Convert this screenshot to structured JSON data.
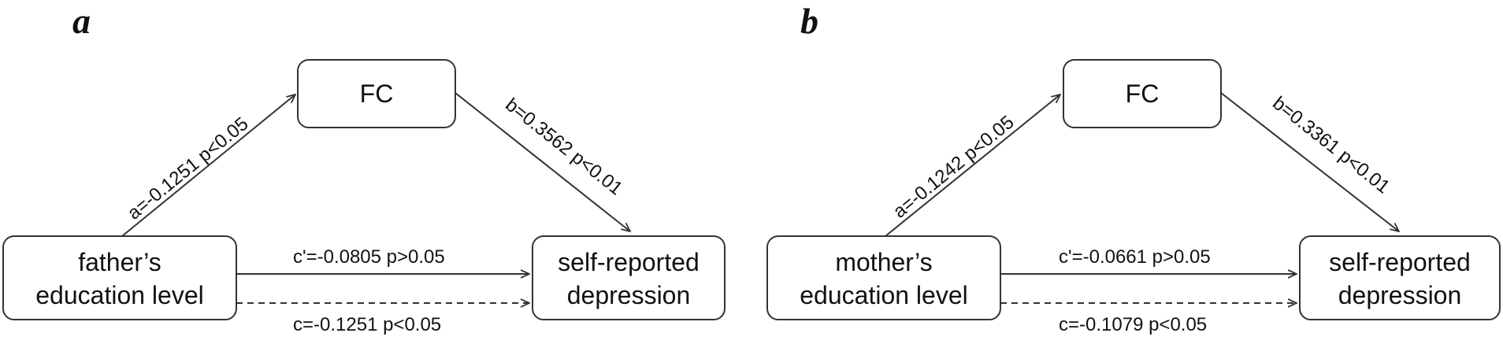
{
  "panels": [
    {
      "letter": "a",
      "mediator": "FC",
      "predictor": [
        "father’s",
        "education level"
      ],
      "outcome": [
        "self-reported",
        "depression"
      ],
      "path_a": "a=-0.1251  p<0.05",
      "path_b": "b=0.3562 p<0.01",
      "path_c_prime": "c'=-0.0805  p>0.05",
      "path_c": "c=-0.1251  p<0.05"
    },
    {
      "letter": "b",
      "mediator": "FC",
      "predictor": [
        "mother’s",
        "education level"
      ],
      "outcome": [
        "self-reported",
        "depression"
      ],
      "path_a": "a=-0.1242  p<0.05",
      "path_b": "b=0.3361 p<0.01",
      "path_c_prime": "c'=-0.0661  p>0.05",
      "path_c": "c=-0.1079  p<0.05"
    }
  ]
}
